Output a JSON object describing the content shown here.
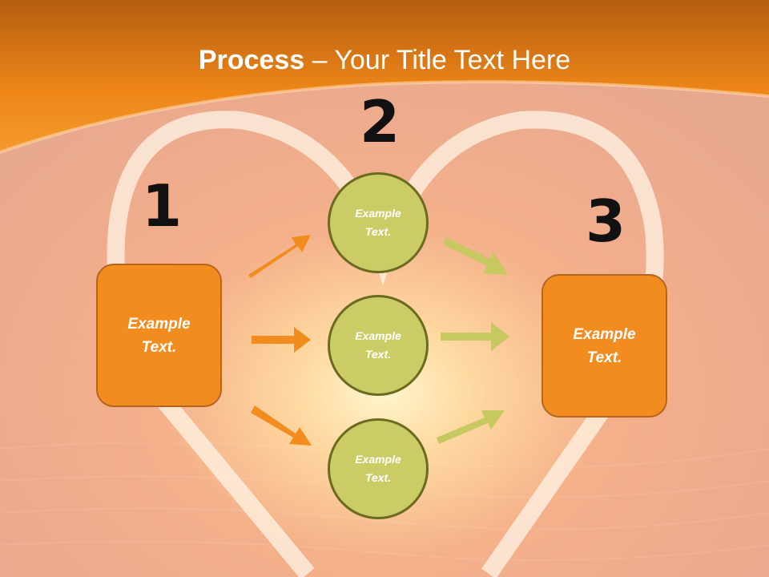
{
  "slide": {
    "title_bold": "Process",
    "title_rest": " – Your Title Text Here",
    "steps": [
      "1",
      "2",
      "3"
    ],
    "left_box": {
      "line1": "Example",
      "line2": "Text."
    },
    "right_box": {
      "line1": "Example",
      "line2": "Text."
    },
    "circles": [
      {
        "line1": "Example",
        "line2": "Text."
      },
      {
        "line1": "Example",
        "line2": "Text."
      },
      {
        "line1": "Example",
        "line2": "Text."
      }
    ]
  },
  "colors": {
    "header": "#f08a1c",
    "box": "#f28c1e",
    "circle": "#cccc66",
    "left_arrows": "#f28c1e",
    "right_arrows": "#c8c860"
  },
  "icons": [
    "arrow-right-icon"
  ]
}
